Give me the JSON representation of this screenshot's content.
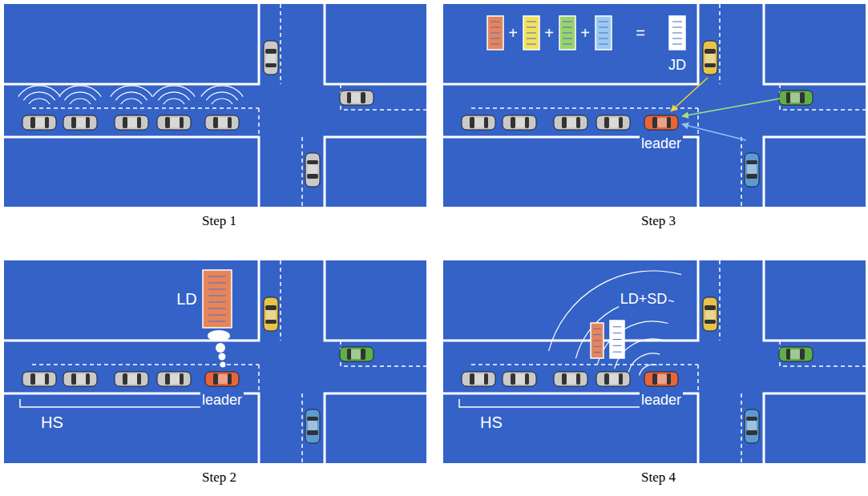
{
  "diagram": {
    "nodes": [
      {
        "text": [
          "Step 1"
        ]
      },
      {
        "text": [
          "Step 3"
        ]
      },
      {
        "text": [
          "Step 2"
        ]
      },
      {
        "text": [
          "Step 4"
        ]
      }
    ],
    "labels": [
      "+",
      "+",
      "+",
      "=",
      "JD",
      "leader",
      "LD",
      "leader",
      "HS",
      "LD+SD",
      "leader",
      "HS"
    ]
  }
}
